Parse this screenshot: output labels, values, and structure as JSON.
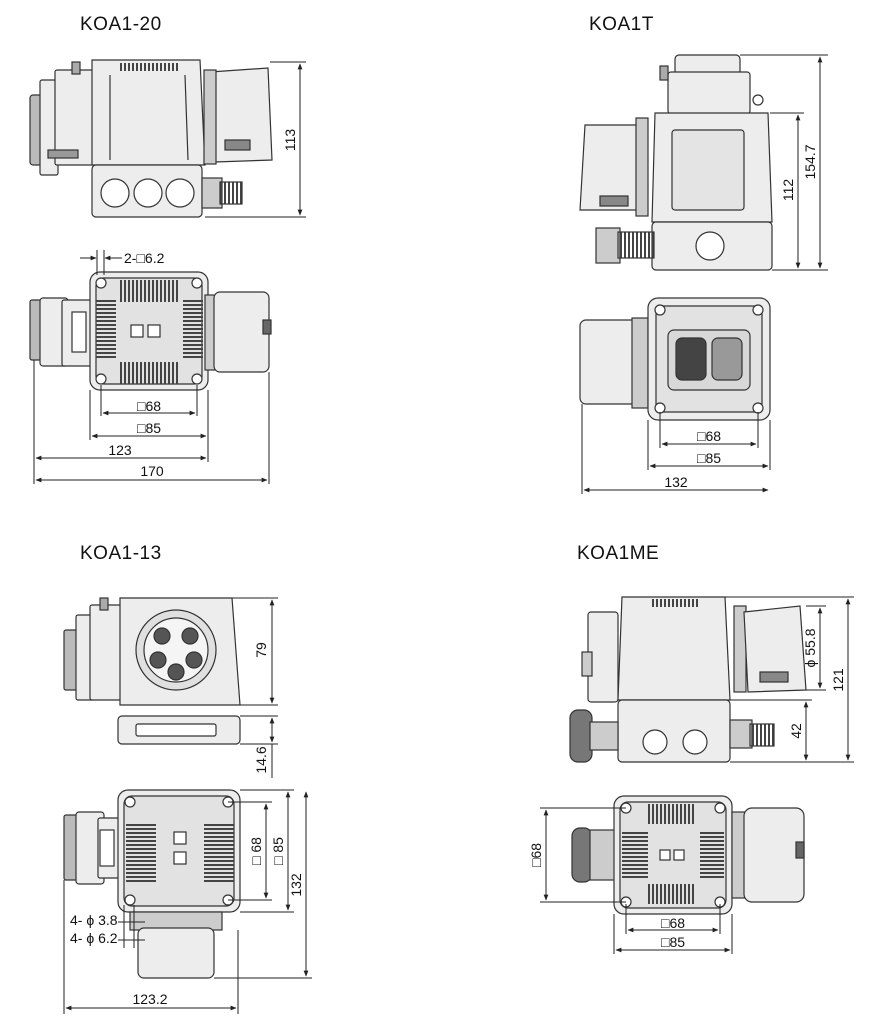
{
  "titles": {
    "koa1_20": "KOA1-20",
    "koa1t": "KOA1T",
    "koa1_13": "KOA1-13",
    "koa1me": "KOA1ME"
  },
  "dims": {
    "koa1_20": {
      "height": "113",
      "holes": "2-□6.2",
      "sq68": "□68",
      "sq85": "□85",
      "w123": "123",
      "w170": "170"
    },
    "koa1t": {
      "h112": "112",
      "h154": "154.7",
      "sq68": "□68",
      "sq85": "□85",
      "w132": "132"
    },
    "koa1_13": {
      "h79": "79",
      "h14": "14.6",
      "sq68": "□ 68",
      "sq85": "□ 85",
      "h132": "132",
      "holes38": "4- ϕ 3.8",
      "holes62": "4- ϕ 6.2",
      "w123": "123.2"
    },
    "koa1me": {
      "dia": "ϕ 55.8",
      "h121": "121",
      "h42": "42",
      "sq68v": "□68",
      "sq68": "□68",
      "sq85": "□85"
    }
  },
  "colors": {
    "line": "#333333",
    "body": "#ededed",
    "dark": "#555555",
    "mid": "#bdbdbd"
  }
}
